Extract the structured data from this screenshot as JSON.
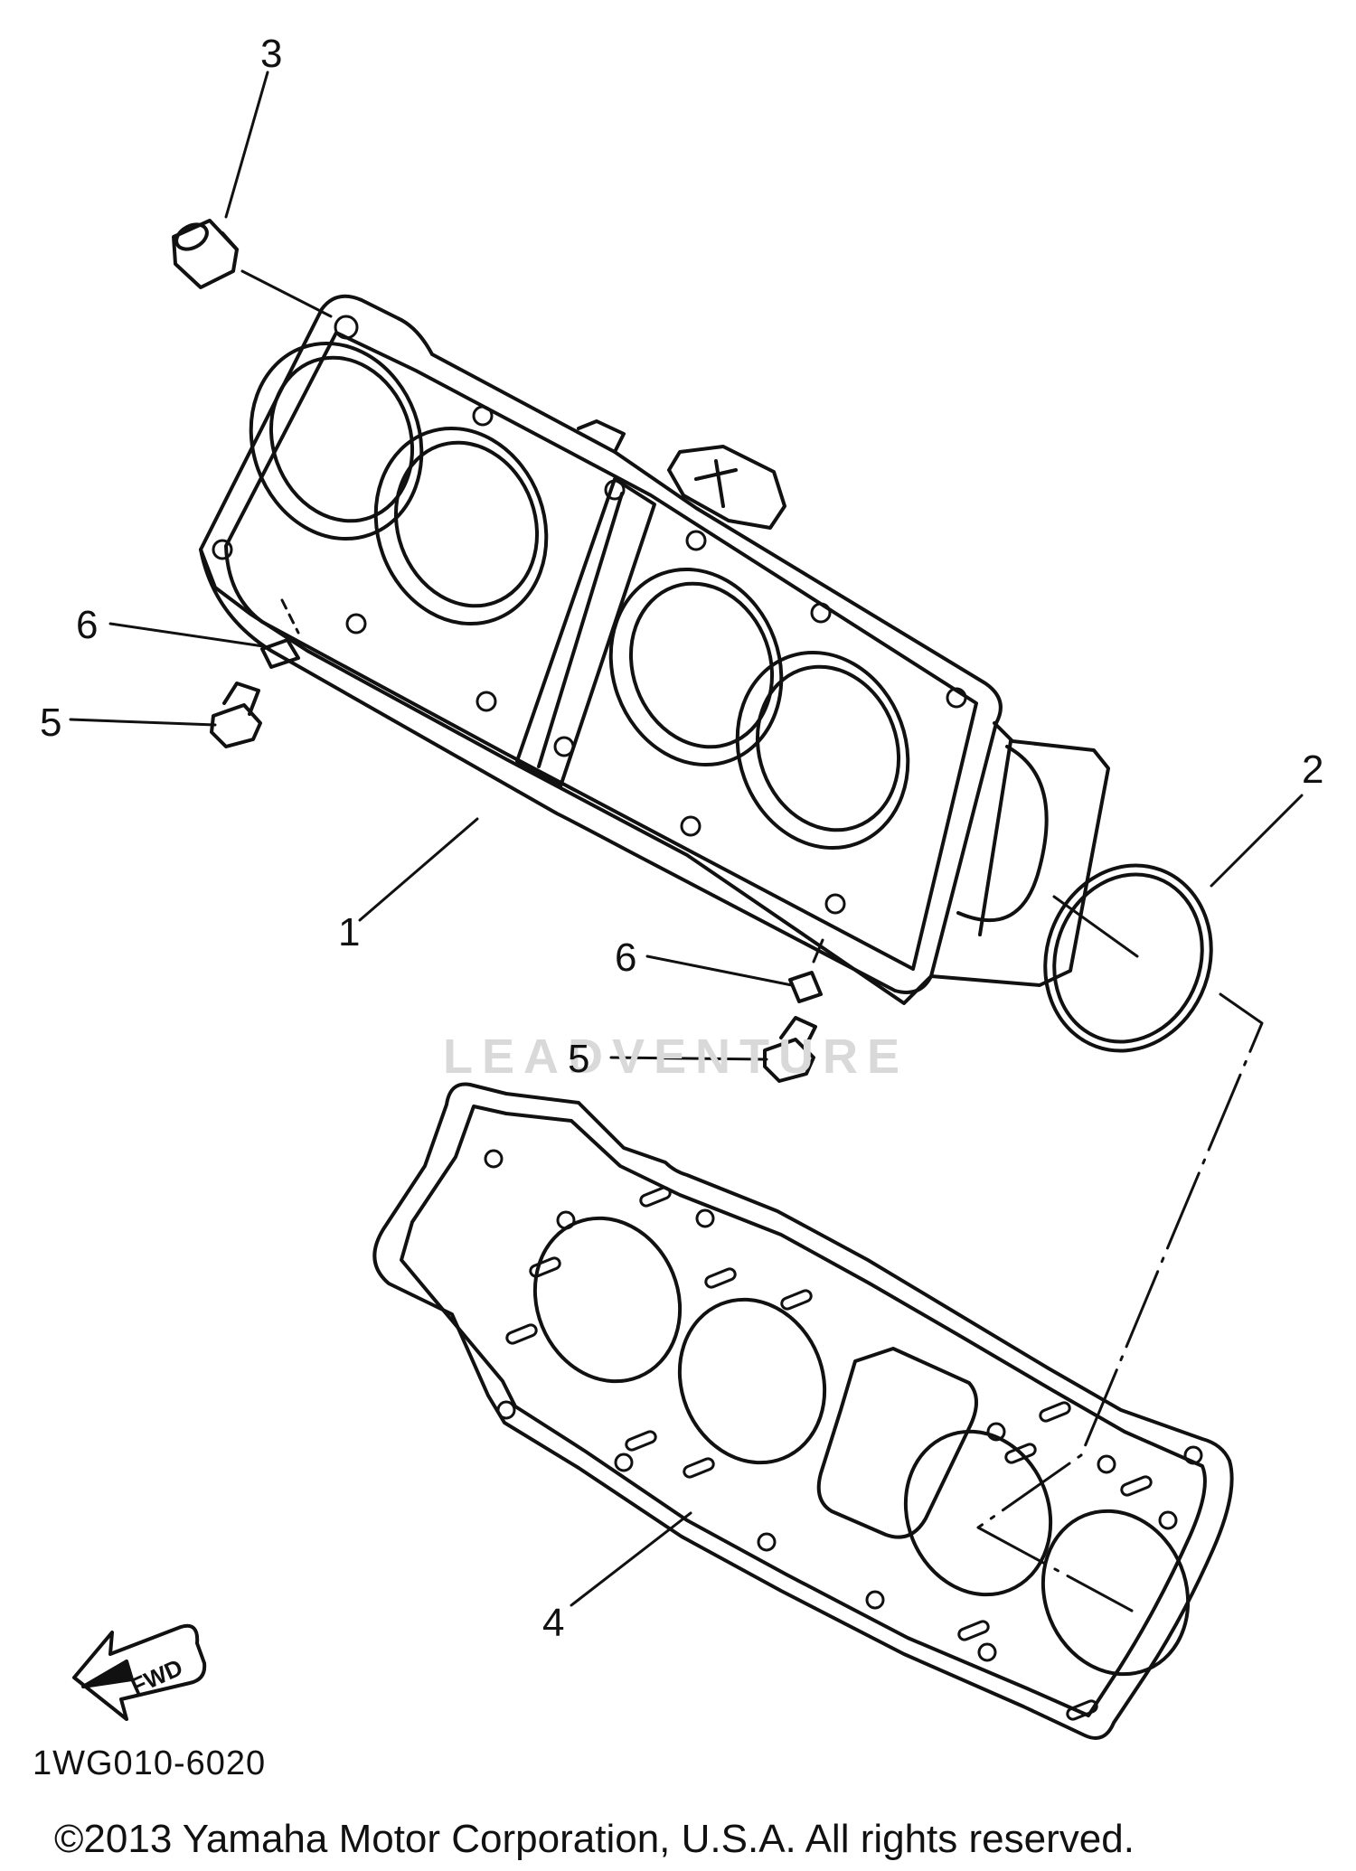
{
  "callouts": {
    "c1": "1",
    "c2": "2",
    "c3": "3",
    "c4": "4",
    "c5a": "5",
    "c5b": "5",
    "c6a": "6",
    "c6b": "6"
  },
  "fwd_label": "FWD",
  "diagram_code": "1WG010-6020",
  "copyright": "©2013 Yamaha Motor Corporation, U.S.A. All rights reserved.",
  "watermark": "LEADVENTURE",
  "colors": {
    "line": "#111111",
    "watermark": "#d9d9d9"
  }
}
